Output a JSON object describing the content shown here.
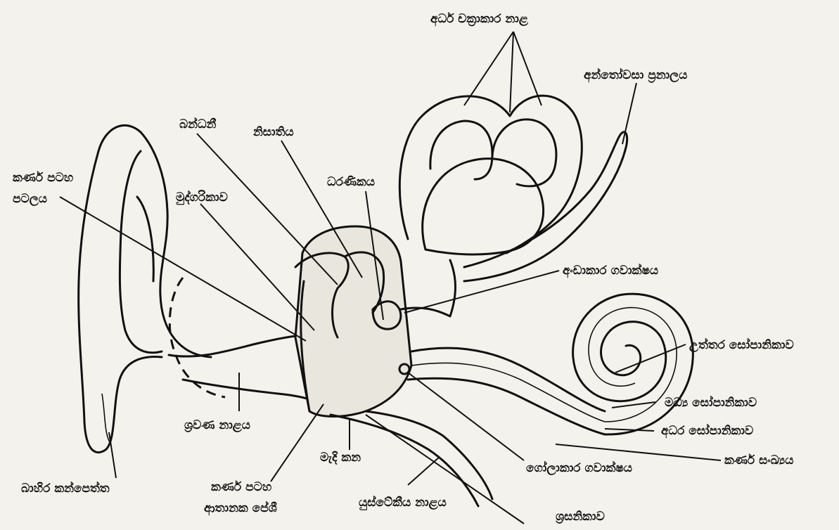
{
  "labels": {
    "semicircular_canals": "අර්ධ චක්‍රාකාර නාළ",
    "endolymphatic_duct": "අන්තෝවසා ප්‍රනාලය",
    "ligament": "බන්ධනී",
    "incus": "නිසාතිය",
    "stapes": "ධරණිකය",
    "tympanic_membrane": "කර්ණ පටහ\nපටලය",
    "malleus": "මුද්ගරිකාව",
    "oval_window": "අංඩාකාර ගවාක්ෂය",
    "scala_vestibuli": "උත්තර සෝපානිකාව",
    "scala_media": "මධ්‍ය සෝපානිකාව",
    "scala_tympani": "අධර සෝපානිකාව",
    "cochlear_nerve": "කර්ණ සංඛ්‍යය",
    "auditory_canal": "ශ්‍රවණ නාළය",
    "middle_ear": "මැදි කන",
    "round_window": "ගෝලාකාර ගවාක්ෂය",
    "pinna": "බාහිර කන්පෙත්ත",
    "tensor_tympani": "කර්ණ පටහ\nආතානක පේශී",
    "eustachian_tube": "යුස්ටේකීය නාළය",
    "cochlea": "ශ්‍රසනිකාව"
  },
  "colors": {
    "ink": "#111111",
    "paper": "#f4f2ec"
  }
}
